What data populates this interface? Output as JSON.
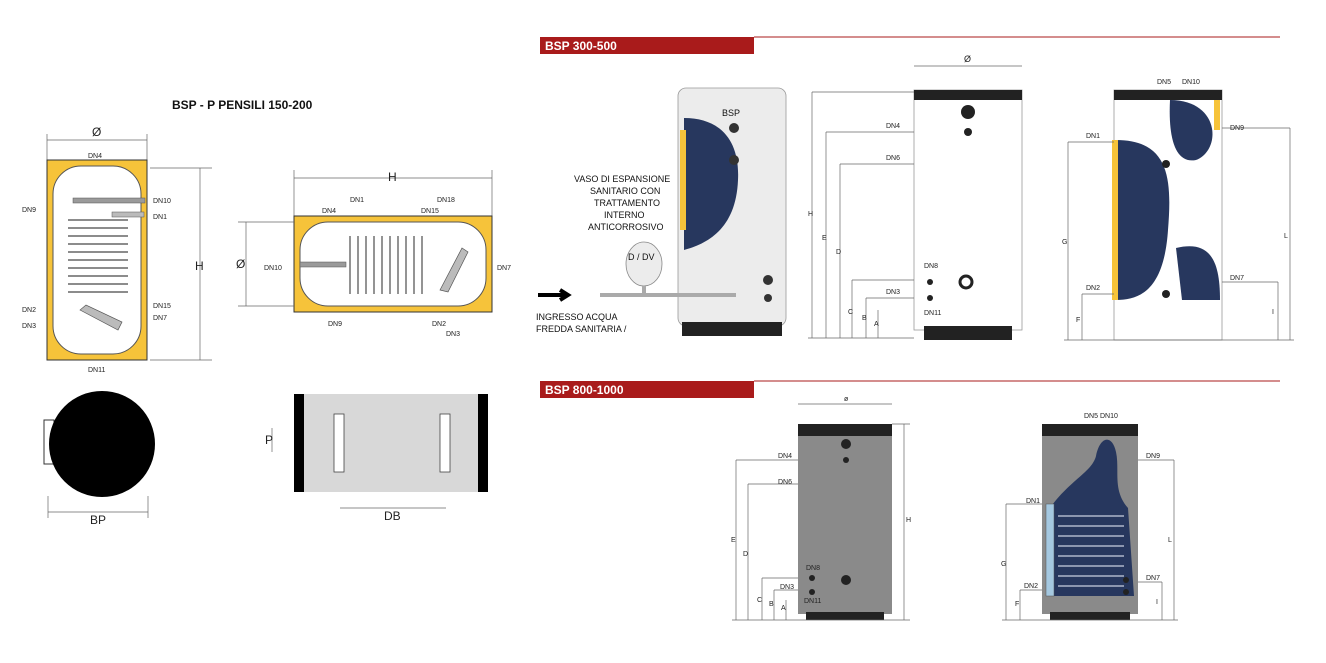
{
  "left_diagram": {
    "title": "BSP - P   PENSILI 150-200",
    "vertical": {
      "diameter": "Ø",
      "height": "H",
      "connections": [
        "DN4",
        "DN9",
        "DN10",
        "DN1",
        "DN2",
        "DN15",
        "DN3",
        "DN7",
        "DN11"
      ]
    },
    "horizontal": {
      "height": "H",
      "diameter": "Ø",
      "connections": [
        "DN1",
        "DN18",
        "DN4",
        "DN15",
        "DN10",
        "DN7",
        "DN9",
        "DN2",
        "DN3"
      ]
    },
    "top_view_label": "BP",
    "side_view_labels": {
      "p": "P",
      "db": "DB"
    }
  },
  "section_300": {
    "header": "BSP 300-500",
    "product_label": "BSP",
    "expansion_text": [
      "VASO DI ESPANSIONE",
      "SANITARIO CON",
      "TRATTAMENTO",
      "INTERNO",
      "ANTICORROSIVO"
    ],
    "vessel_label": "D / DV",
    "inlet_text": [
      "INGRESSO ACQUA",
      "FREDDA SANITARIA /"
    ],
    "front_diameter": "Ø",
    "front_labels": [
      "DN4",
      "DN6",
      "DN8",
      "DN3",
      "DN11"
    ],
    "front_dims": [
      "H",
      "E",
      "D",
      "C",
      "B",
      "A"
    ],
    "cut_labels": [
      "DN5",
      "DN10",
      "DN1",
      "DN9",
      "DN2",
      "DN7"
    ],
    "cut_dims": [
      "G",
      "F",
      "L",
      "I"
    ]
  },
  "section_800": {
    "header": "BSP 800-1000",
    "front_diameter": "ø",
    "front_labels": [
      "DN4",
      "DN6",
      "DN8",
      "DN3",
      "DN11"
    ],
    "front_dims": [
      "H",
      "E",
      "D",
      "C",
      "B",
      "A"
    ],
    "cut_labels": [
      "DN5",
      "DN10",
      "DN9",
      "DN1",
      "DN2",
      "DN7"
    ],
    "cut_dims": [
      "G",
      "F",
      "L",
      "I"
    ]
  },
  "colors": {
    "band": "#a91b1b",
    "insulation": "#f6c33a",
    "coil": "#27375e",
    "tank_gray": "#8a8a8a"
  }
}
